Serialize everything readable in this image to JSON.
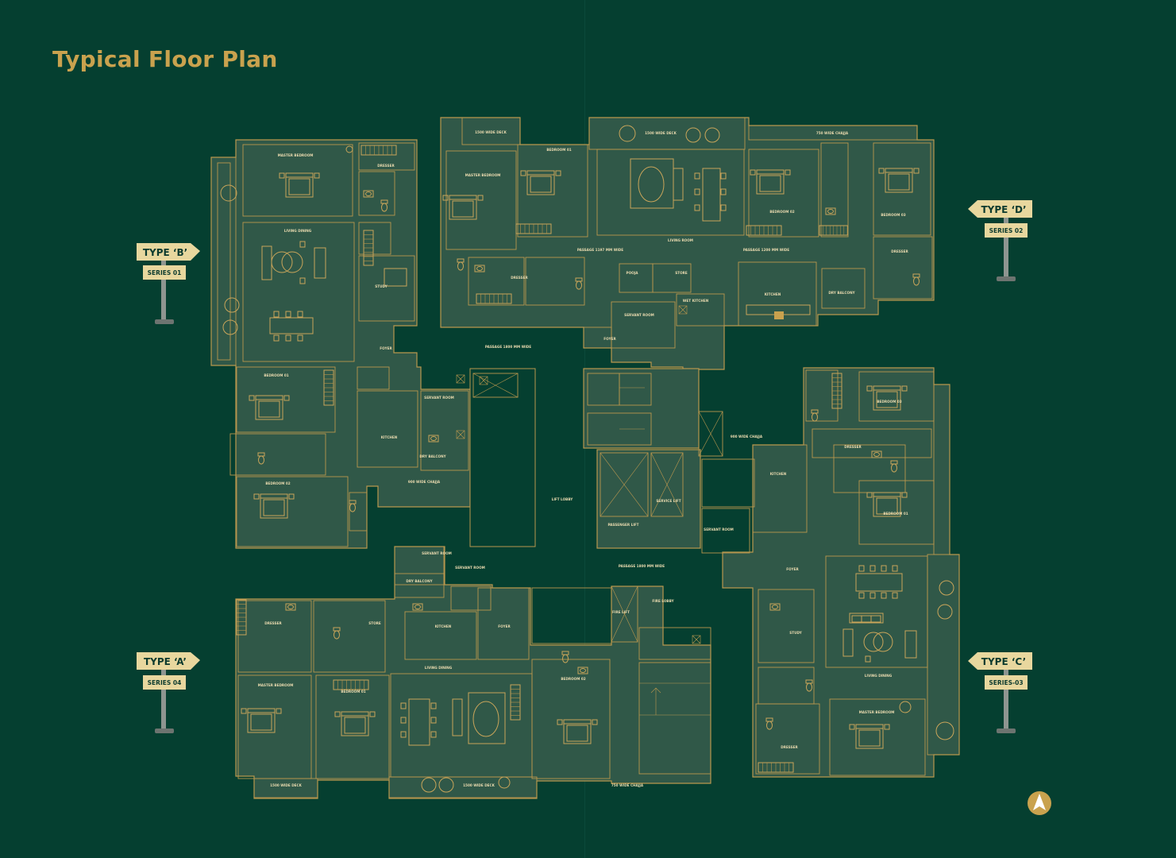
{
  "title": "Typical Floor Plan",
  "units": [
    {
      "type": "TYPE ‘B’",
      "series": "SERIES 01"
    },
    {
      "type": "TYPE ‘D’",
      "series": "SERIES 02"
    },
    {
      "type": "TYPE ‘A’",
      "series": "SERIES 04"
    },
    {
      "type": "TYPE ‘C’",
      "series": "SERIES-03"
    }
  ],
  "rooms": {
    "b_master": "MASTER BEDROOM",
    "b_dresser": "DRESSER",
    "b_living": "LIVING DINING",
    "b_study": "STUDY",
    "b_foyer": "FOYER",
    "b_bed1": "BEDROOM 01",
    "b_servant": "SERVANT ROOM",
    "b_kitchen": "KITCHEN",
    "b_dry": "DRY BALCONY",
    "b_bed2": "BEDROOM 02",
    "b_chajja": "900 WIDE CHAJJA",
    "d_deck1": "1500 WIDE DECK",
    "d_bed1": "BEDROOM 01",
    "d_master": "MASTER BEDROOM",
    "d_deck2": "1500 WIDE DECK",
    "d_chajja": "750 WIDE CHAJJA",
    "d_living": "LIVING ROOM",
    "d_bed2": "BEDROOM 02",
    "d_bed3": "BEDROOM 03",
    "d_passage1": "PASSAGE 1197 MM WIDE",
    "d_passage2": "PASSAGE 1200 MM WIDE",
    "d_dresser": "DRESSER",
    "d_pooja": "POOJA",
    "d_store": "STORE",
    "d_wetkitchen": "WET KITCHEN",
    "d_kitchen": "KITCHEN",
    "d_dry": "DRY BALCONY",
    "d_foyer": "FOYER",
    "d_servant": "SERVANT ROOM",
    "passage_top": "PASSAGE 1800 MM WIDE",
    "lift_lobby": "LIFT LOBBY",
    "passenger_lift": "PASSENGER LIFT",
    "service_lift": "SERVICE LIFT",
    "passage_mid": "PASSAGE 1800 MM WIDE",
    "a_servant": "SERVANT ROOM",
    "a_dry": "DRY BALCONY",
    "a_dresser": "DRESSER",
    "a_store": "STORE",
    "a_kitchen": "KITCHEN",
    "a_foyer": "FOYER",
    "a_master": "MASTER BEDROOM",
    "a_bed1": "BEDROOM 01",
    "a_living": "LIVING DINING",
    "a_bed2": "BEDROOM 02",
    "a_deck1": "1500 WIDE DECK",
    "a_deck2": "1500 WIDE DECK",
    "a_chajja": "750 WIDE CHAJJA",
    "fire_lift": "FIRE LIFT",
    "fire_lobby": "FIRE LOBBY",
    "c_bed3": "BEDROOM 03",
    "c_chajja": "900 WIDE CHAJJA",
    "c_dresser": "DRESSER",
    "c_kitchen": "KITCHEN",
    "c_bed1": "BEDROOM 01",
    "c_servant": "SERVANT ROOM",
    "c_foyer": "FOYER",
    "c_study": "STUDY",
    "c_living": "LIVING DINING",
    "c_master": "MASTER BEDROOM",
    "c_dresser2": "DRESSER"
  },
  "colors": {
    "background": "#053f30",
    "gold": "#c9a24e",
    "floor": "#305848",
    "sign": "#e8d79e"
  },
  "north_icon": "north-arrow-icon"
}
